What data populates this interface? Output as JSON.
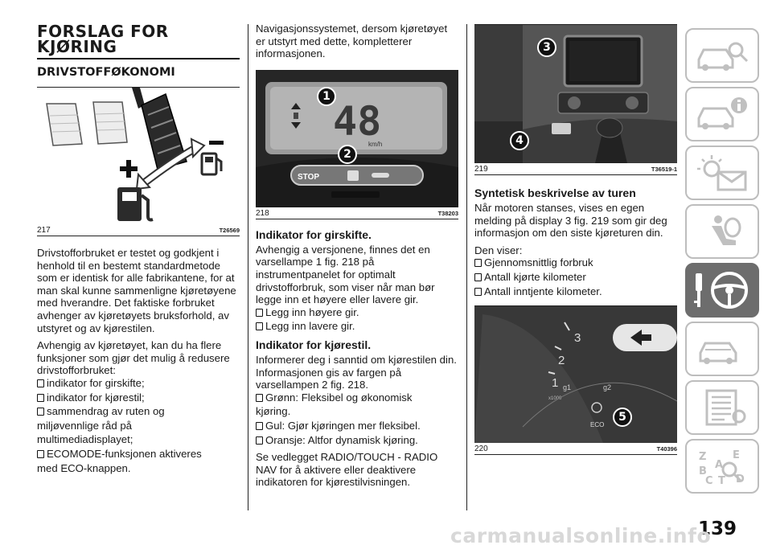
{
  "col1": {
    "title_line1": "FORSLAG FOR",
    "title_line2": "KJØRING",
    "section": "DRIVSTOFFØKONOMI",
    "fig217": {
      "num": "217",
      "code": "T26569"
    },
    "para1": "Drivstofforbruket er testet og godkjent i henhold til en bestemt standardmetode som er identisk for alle fabrikantene, for at man skal kunne sammenligne kjøretøyene med hverandre. Det faktiske forbruket avhenger av kjøretøyets bruksforhold, av utstyret og av kjørestilen.",
    "para2": "Avhengig av kjøretøyet, kan du ha flere funksjoner som gjør det mulig å redusere drivstofforbruket:",
    "bullets": [
      "indikator for girskifte;",
      "indikator for kjørestil;",
      "sammendrag av ruten og",
      "ECOMODE-funksjonen aktiveres"
    ],
    "bullet3_cont1": "miljøvennlige råd på",
    "bullet3_cont2": "multimediadisplayet;",
    "bullet4_cont": "med ECO-knappen."
  },
  "col2": {
    "intro": "Navigasjonssystemet, dersom kjøretøyet er utstyrt med dette, kompletterer informasjonen.",
    "fig218": {
      "num": "218",
      "code": "T38203",
      "speed": "48",
      "unit": "km/h",
      "stop": "STOP",
      "c1": "1",
      "c2": "2"
    },
    "h_gear": "Indikator for girskifte.",
    "gear_text": "Avhengig a versjonene, finnes det en varsellampe 1 fig. 218 på instrumentpanelet for optimalt drivstofforbruk, som viser når man bør legge inn et høyere eller lavere gir.",
    "gear_bullets": [
      "Legg inn høyere gir.",
      "Legg inn lavere gir."
    ],
    "h_style": "Indikator for kjørestil.",
    "style_text": "Informerer deg i sanntid om kjørestilen din. Informasjonen gis av fargen på varsellampen 2 fig. 218.",
    "style_bullet1": "Grønn: Fleksibel og økonomisk",
    "style_bullet1_cont": "kjøring.",
    "style_bullets": [
      "Gul: Gjør kjøringen mer fleksibel.",
      "Oransje: Altfor dynamisk kjøring."
    ],
    "closing": "Se vedlegget RADIO/TOUCH - RADIO NAV for å aktivere eller deaktivere indikatoren for kjørestilvisningen."
  },
  "col3": {
    "fig219": {
      "num": "219",
      "code": "T36519-1",
      "c3": "3",
      "c4": "4"
    },
    "h_trip": "Syntetisk beskrivelse av turen",
    "trip_text": "Når motoren stanses, vises en egen melding på display 3 fig. 219 som gir deg informasjon om den siste kjøreturen din.",
    "shows": "Den viser:",
    "trip_bullets": [
      "Gjennomsnittlig forbruk",
      "Antall kjørte kilometer",
      "Antall inntjente kilometer."
    ],
    "fig220": {
      "num": "220",
      "code": "T40396",
      "c5": "5",
      "eco": "ECO",
      "t1": "1",
      "t2": "2",
      "t3": "3",
      "x1000": "x1000",
      "g1": "g1",
      "g2": "g2"
    }
  },
  "page": {
    "number": "139",
    "watermark": "carmanualsonline.info"
  },
  "tabs": {
    "icons": [
      "car-search-icon",
      "car-info-icon",
      "lights-message-icon",
      "airbag-person-icon",
      "key-steering-wheel-icon",
      "car-breakdown-icon",
      "list-icon",
      "alphabet-index-icon"
    ],
    "active_index": 4,
    "abc": {
      "z": "Z",
      "e": "E",
      "a": "A",
      "b": "B",
      "c": "C",
      "t": "T",
      "d": "D"
    }
  },
  "colors": {
    "tab_active": "#6d6d6d",
    "tab_border": "#bdbdbd",
    "photo_dark": "#2b2b2b"
  }
}
